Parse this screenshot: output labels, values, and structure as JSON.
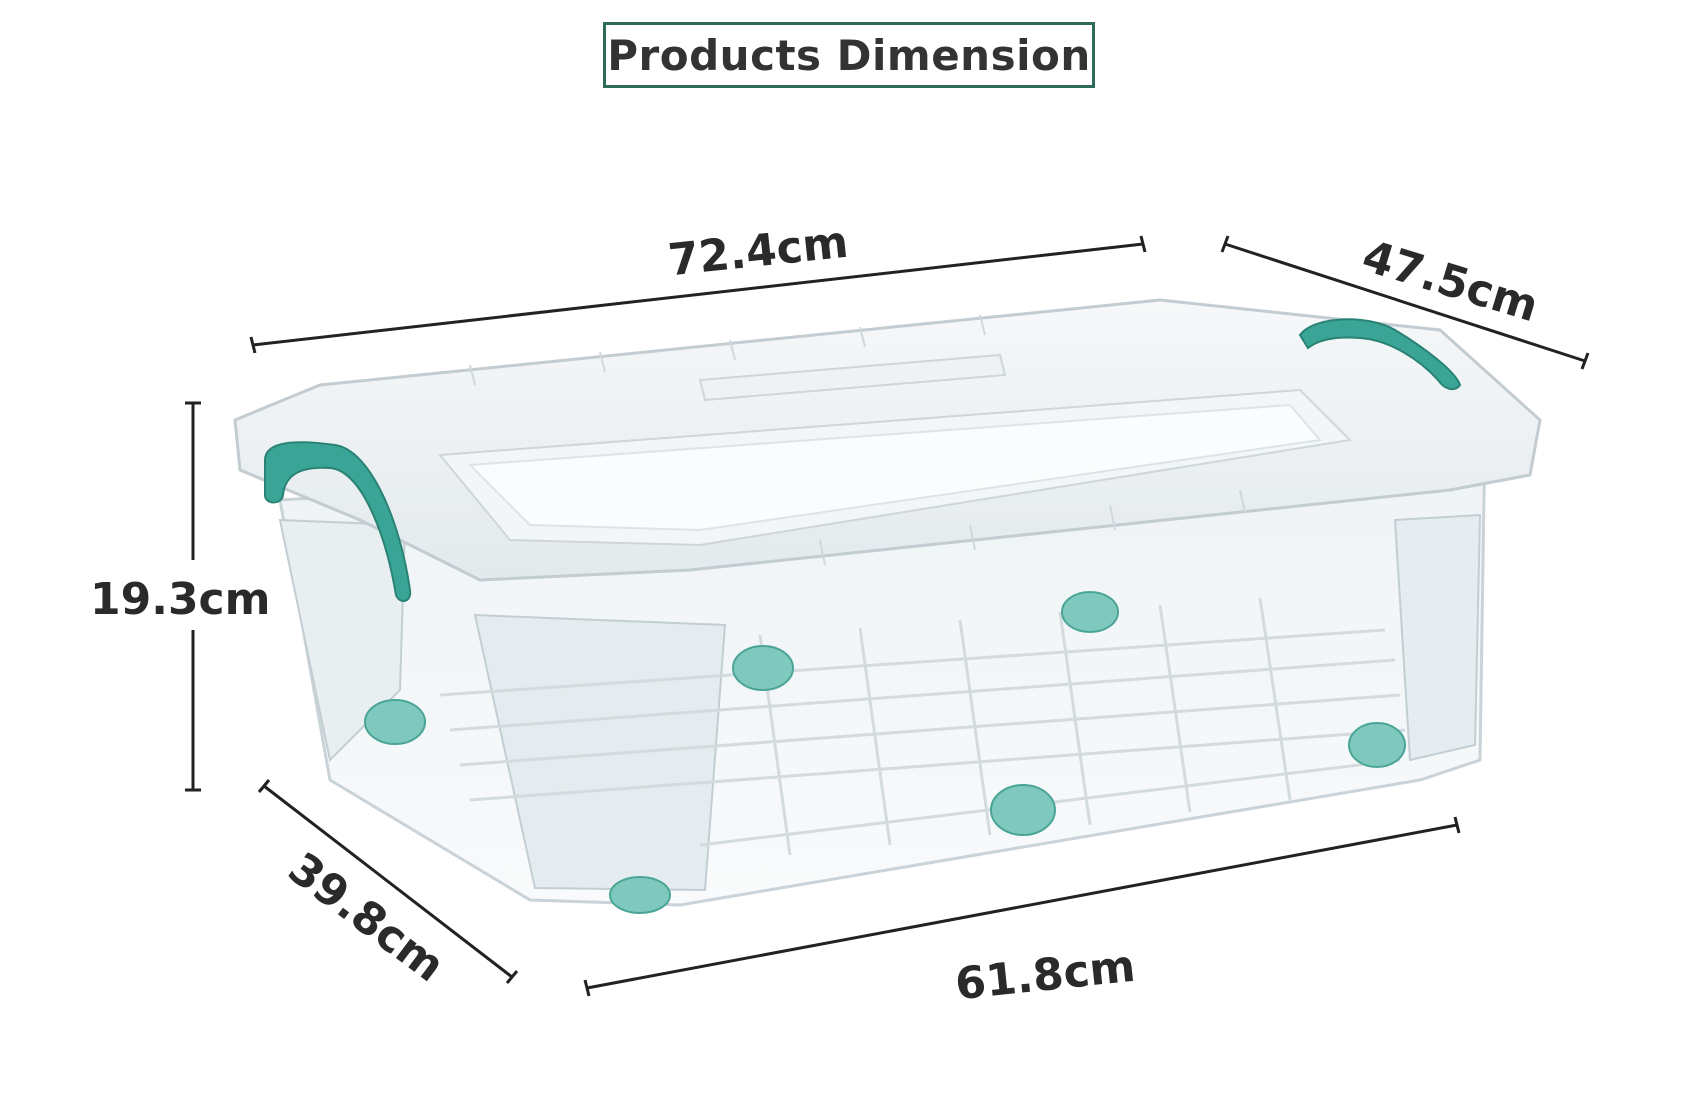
{
  "title": "Products Dimension",
  "dimensions": {
    "top_length": "72.4cm",
    "top_width": "47.5cm",
    "height": "19.3cm",
    "bottom_width": "39.8cm",
    "bottom_length": "61.8cm"
  },
  "colors": {
    "title_border": "#2f6b5b",
    "latch_teal": "#3aa596",
    "text": "#2a2a2a"
  },
  "product": {
    "description_icon": "clear-storage-box-with-lid-and-wheels"
  }
}
